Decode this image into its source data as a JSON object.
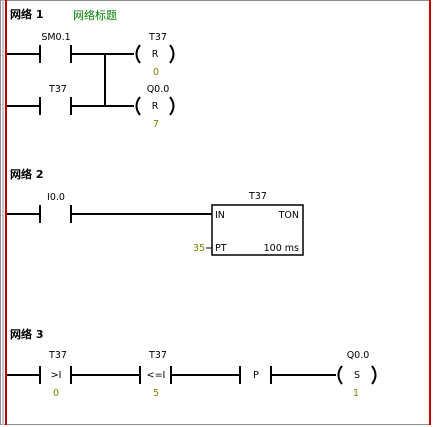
{
  "networks": [
    {
      "title": "网络 1",
      "comment": "网络标题",
      "elements": {
        "contact_sm01": {
          "label": "SM0.1"
        },
        "contact_t37": {
          "label": "T37"
        },
        "coil_t37": {
          "label": "T37",
          "type": "R",
          "value": "0"
        },
        "coil_q00": {
          "label": "Q0.0",
          "type": "R",
          "value": "7"
        }
      }
    },
    {
      "title": "网络 2",
      "elements": {
        "contact_i00": {
          "label": "I0.0"
        },
        "timer": {
          "label": "T37",
          "in": "IN",
          "type": "TON",
          "pt_pin": "PT",
          "pt_value": "35",
          "base": "100 ms"
        }
      }
    },
    {
      "title": "网络 3",
      "elements": {
        "compare_gt": {
          "label": "T37",
          "op": ">I",
          "value": "0"
        },
        "compare_le": {
          "label": "T37",
          "op": "<=I",
          "value": "5"
        },
        "p_contact": {
          "op": "P"
        },
        "coil_q00_set": {
          "label": "Q0.0",
          "type": "S",
          "value": "1"
        }
      }
    }
  ]
}
